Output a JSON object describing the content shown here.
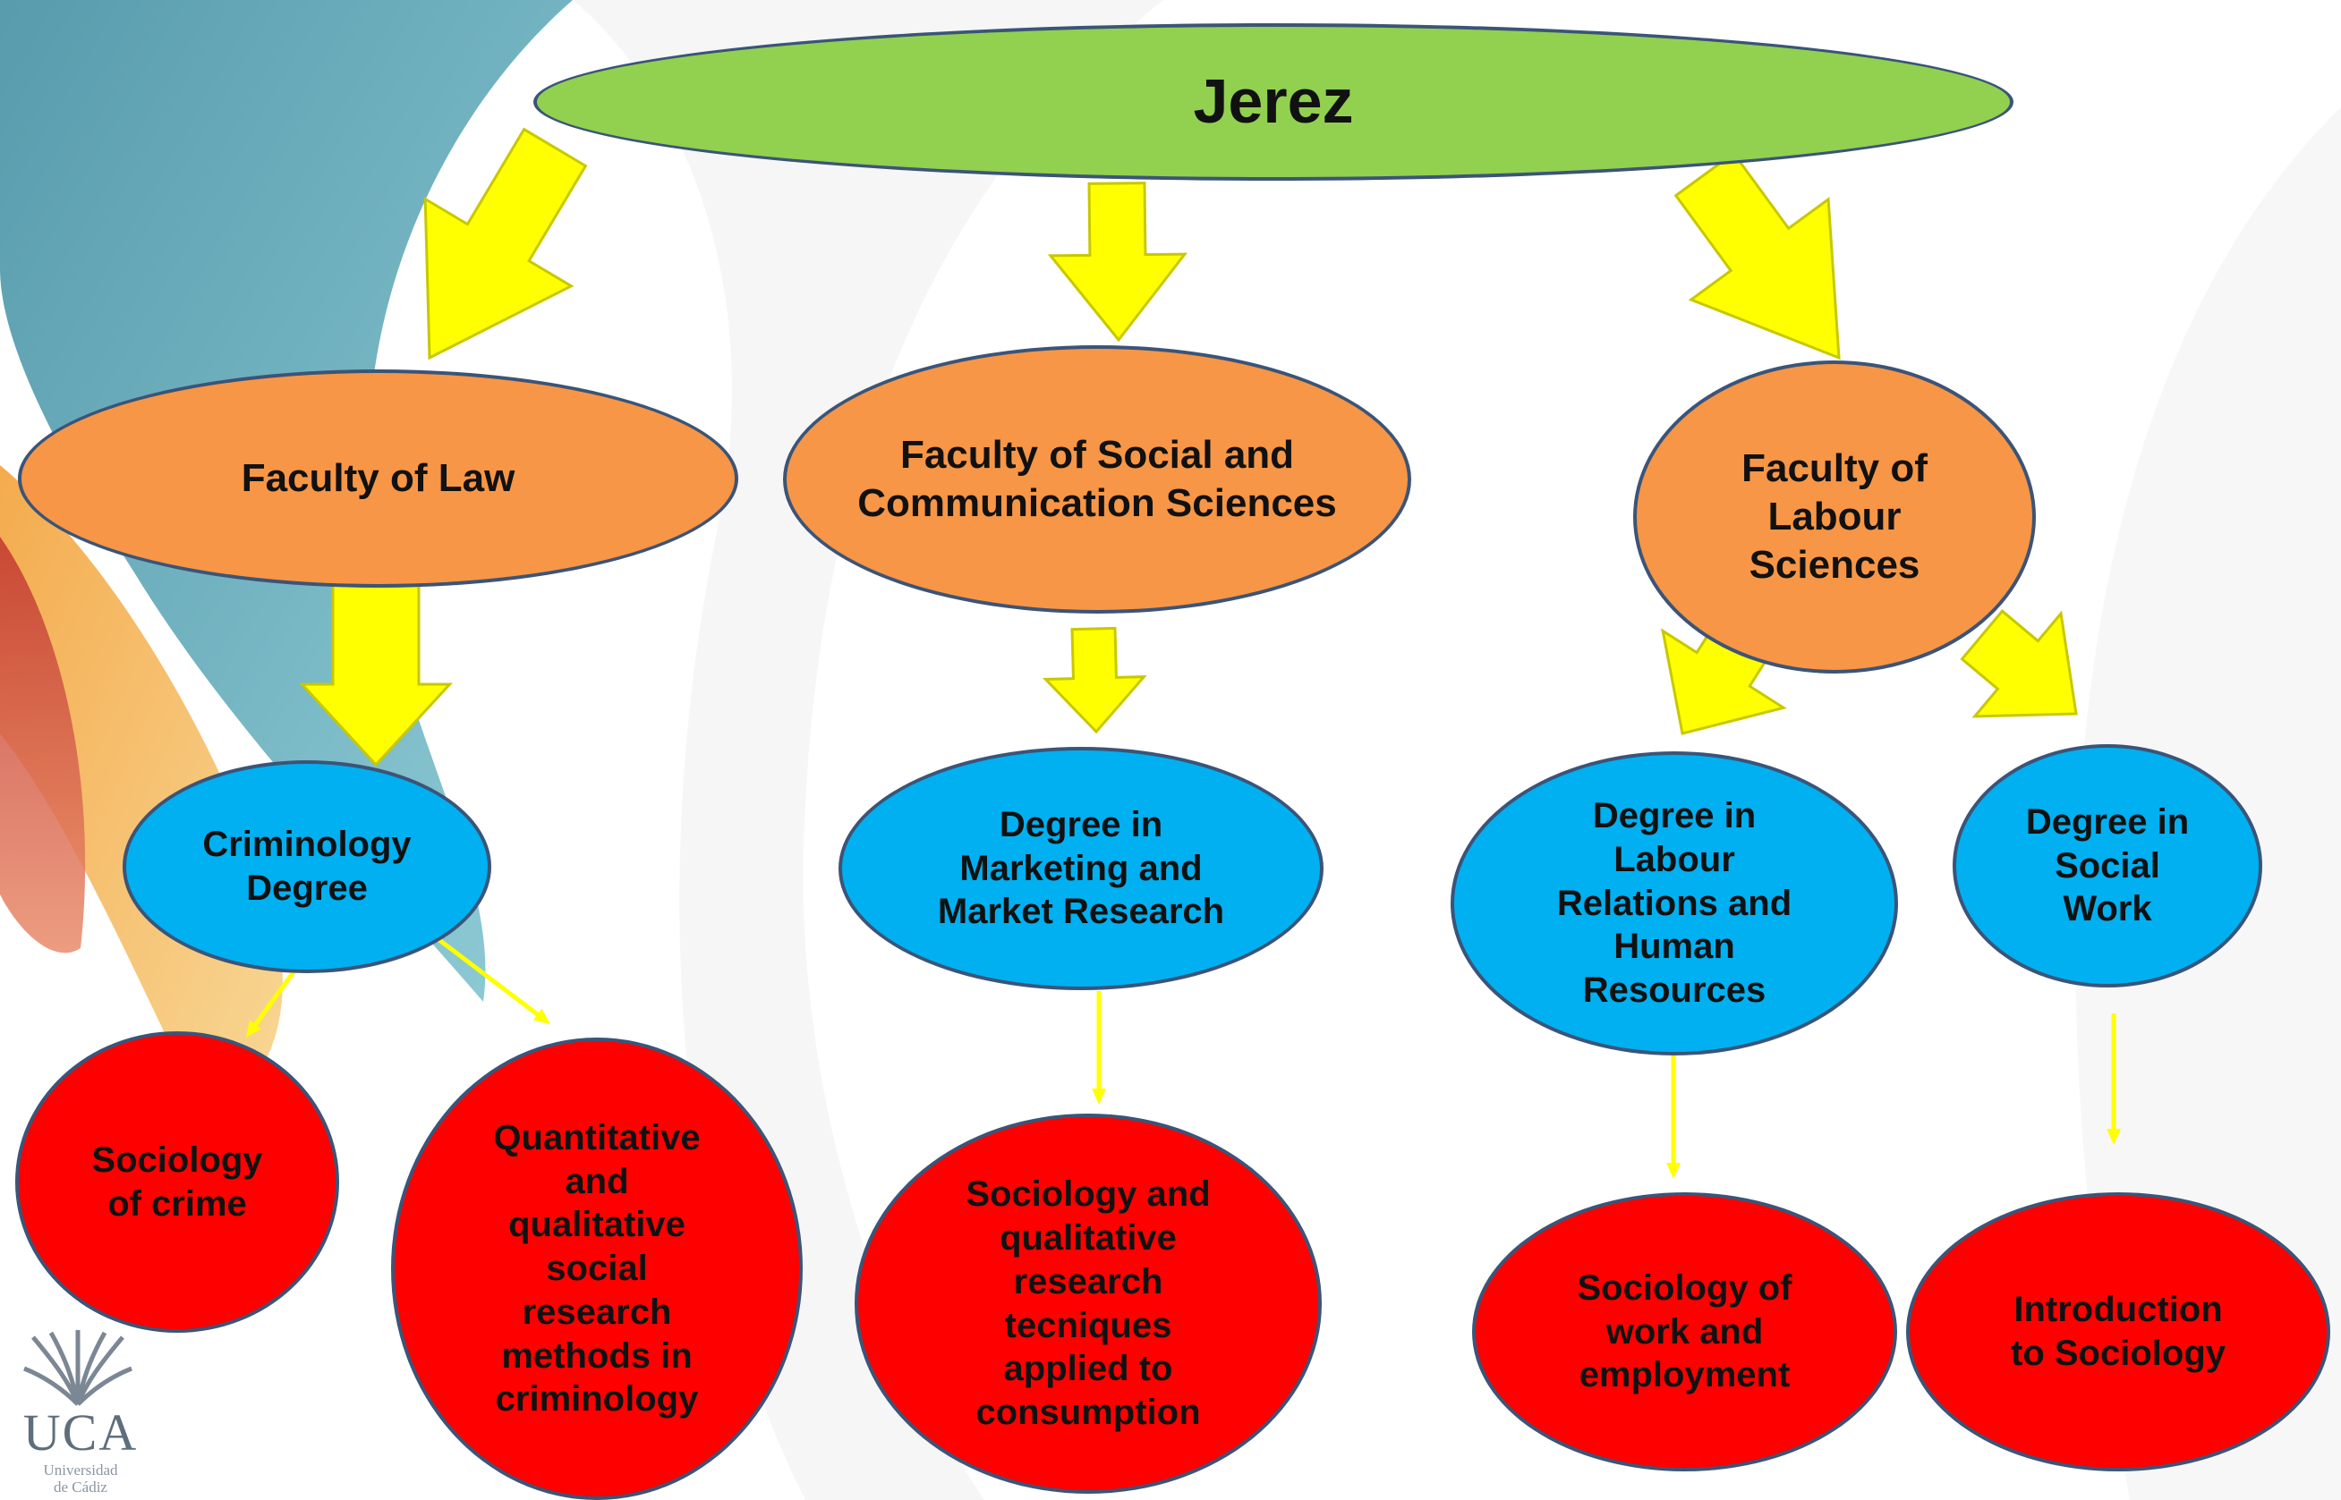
{
  "colors": {
    "root": "#92d050",
    "faculty": "#f79646",
    "degree": "#00b0f0",
    "course": "#ff0000",
    "arrow": "#ffff00",
    "arrow_stroke": "#c8c800"
  },
  "root": {
    "label": "Jerez"
  },
  "faculties": [
    {
      "label": "Faculty of Law"
    },
    {
      "label": "Faculty of Social and Communication Sciences"
    },
    {
      "label": "Faculty of\nLabour\nSciences"
    }
  ],
  "degrees": [
    {
      "label": "Criminology\nDegree"
    },
    {
      "label": "Degree in\nMarketing and\nMarket Research"
    },
    {
      "label": "Degree in\nLabour\nRelations and\nHuman\nResources"
    },
    {
      "label": "Degree in\nSocial\nWork"
    }
  ],
  "courses": [
    {
      "label": "Sociology\nof crime"
    },
    {
      "label": "Quantitative\nand\nqualitative\nsocial\nresearch\nmethods in\ncriminology"
    },
    {
      "label": "Sociology and\nqualitative\nresearch\ntecniques\napplied to\nconsumption"
    },
    {
      "label": "Sociology of\nwork and\nemployment"
    },
    {
      "label": "Introduction\nto Sociology"
    }
  ],
  "logo": {
    "text": "UCA",
    "subtitle": "Universidad\nde Cádiz"
  }
}
